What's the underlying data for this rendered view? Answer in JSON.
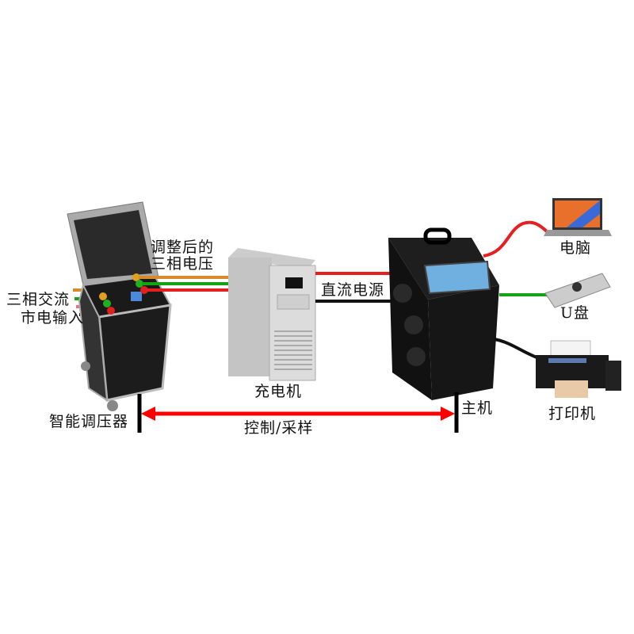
{
  "labels": {
    "ac_input_line1": "三相交流",
    "ac_input_line2": "市电输入",
    "adjusted_line1": "调整后的",
    "adjusted_line2": "三相电压",
    "dc_power": "直流电源",
    "charger": "充电机",
    "host": "主机",
    "regulator": "智能调压器",
    "control_sampling": "控制/采样",
    "computer": "电脑",
    "usb_drive": "U盘",
    "printer": "打印机"
  },
  "colors": {
    "wire_orange": "#d98a2b",
    "wire_green": "#13a313",
    "wire_red": "#e52020",
    "wire_pink": "#f07080",
    "wire_black": "#111111",
    "arrow": "#ff0000"
  }
}
